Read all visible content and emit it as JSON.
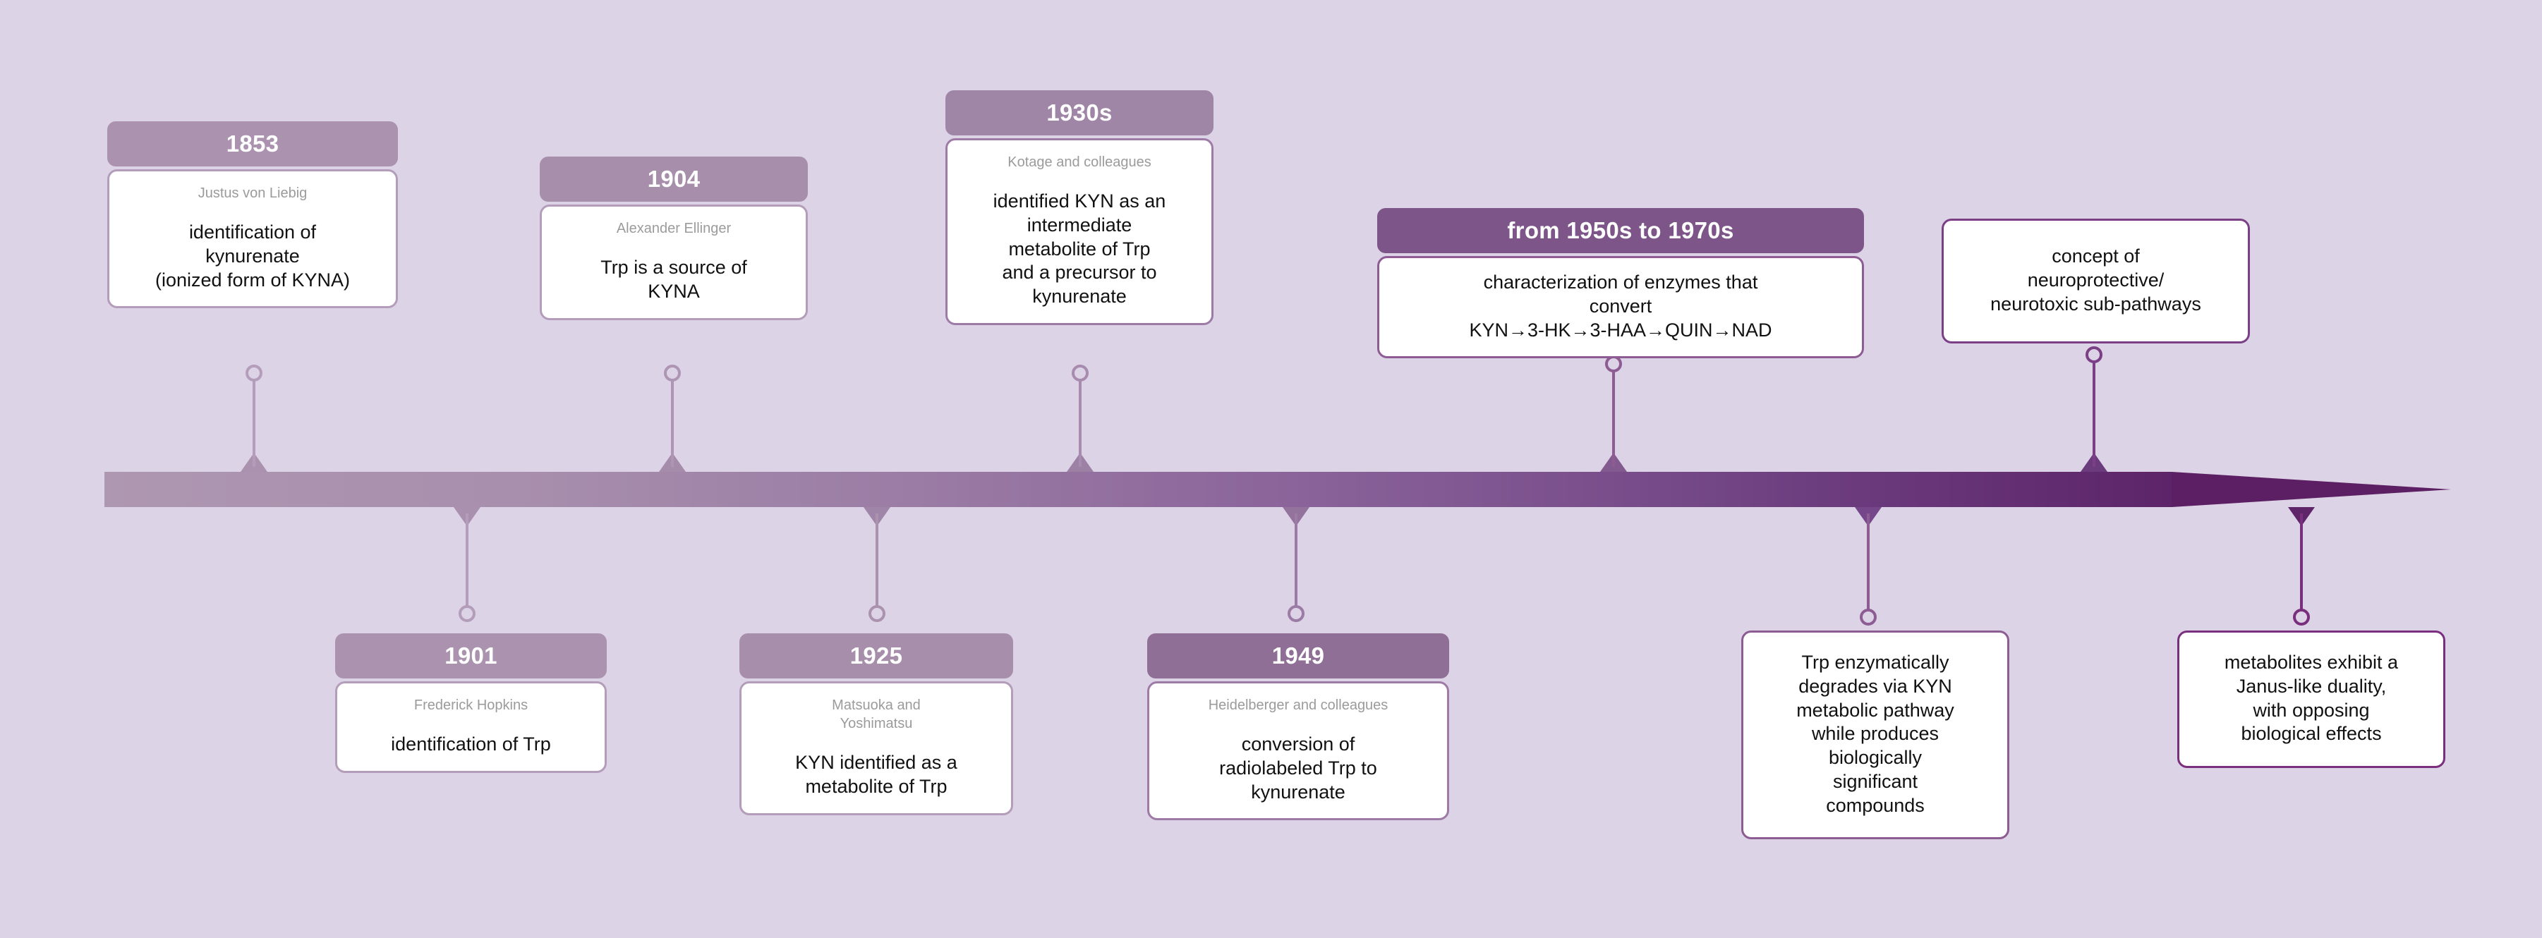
{
  "title": "Kynurenine pathway historical timeline",
  "colors": {
    "background": "#dcd3e6",
    "axis_start": "#ae97b1",
    "axis_end": "#5d1f63",
    "pill_light": "#ab93b0",
    "pill_mid": "#8f6f95",
    "pill_dark": "#7d5589",
    "card_border_light": "#b49dba",
    "card_border_dark": "#8d5c93",
    "author_text": "#9b9b9b",
    "body_text": "#111111"
  },
  "timeline": {
    "direction": "left-to-right",
    "arrow_head": "right",
    "events_above": [
      {
        "year": "1853",
        "author": "Justus von Liebig",
        "description": "identification of\nkynurenate\n(ionized form of KYNA)",
        "has_year_pill": true,
        "tone": "light"
      },
      {
        "year": "1904",
        "author": "Alexander Ellinger",
        "description": "Trp is a source of\nKYNA",
        "has_year_pill": true,
        "tone": "light"
      },
      {
        "year": "1930s",
        "author": "Kotage and colleagues",
        "description": "identified KYN as an\nintermediate\nmetabolite of Trp\nand a precursor to\nkynurenate",
        "has_year_pill": true,
        "tone": "light"
      },
      {
        "year": "from 1950s to 1970s",
        "author": "",
        "description": "characterization of enzymes that\nconvert\nKYN→3-HK→3-HAA→QUIN→NAD",
        "has_year_pill": true,
        "tone": "dark"
      },
      {
        "year": "",
        "author": "",
        "description": "concept of\nneuroprotective/\nneurotoxic sub-pathways",
        "has_year_pill": false,
        "tone": "dark"
      }
    ],
    "events_below": [
      {
        "year": "1901",
        "author": "Frederick Hopkins",
        "description": "identification of Trp",
        "has_year_pill": true,
        "tone": "light"
      },
      {
        "year": "1925",
        "author": "Matsuoka and\nYoshimatsu",
        "description": "KYN identified as a\nmetabolite of Trp",
        "has_year_pill": true,
        "tone": "light"
      },
      {
        "year": "1949",
        "author": "Heidelberger and colleagues",
        "description": "conversion of\nradiolabeled Trp to\nkynurenate",
        "has_year_pill": true,
        "tone": "mid"
      },
      {
        "year": "",
        "author": "",
        "description": "Trp enzymatically\ndegrades via KYN\nmetabolic pathway\nwhile produces\nbiologically\nsignificant\ncompounds",
        "has_year_pill": false,
        "tone": "dark"
      },
      {
        "year": "",
        "author": "",
        "description": "metabolites exhibit a\nJanus-like duality,\nwith opposing\nbiological effects",
        "has_year_pill": false,
        "tone": "dark"
      }
    ]
  }
}
